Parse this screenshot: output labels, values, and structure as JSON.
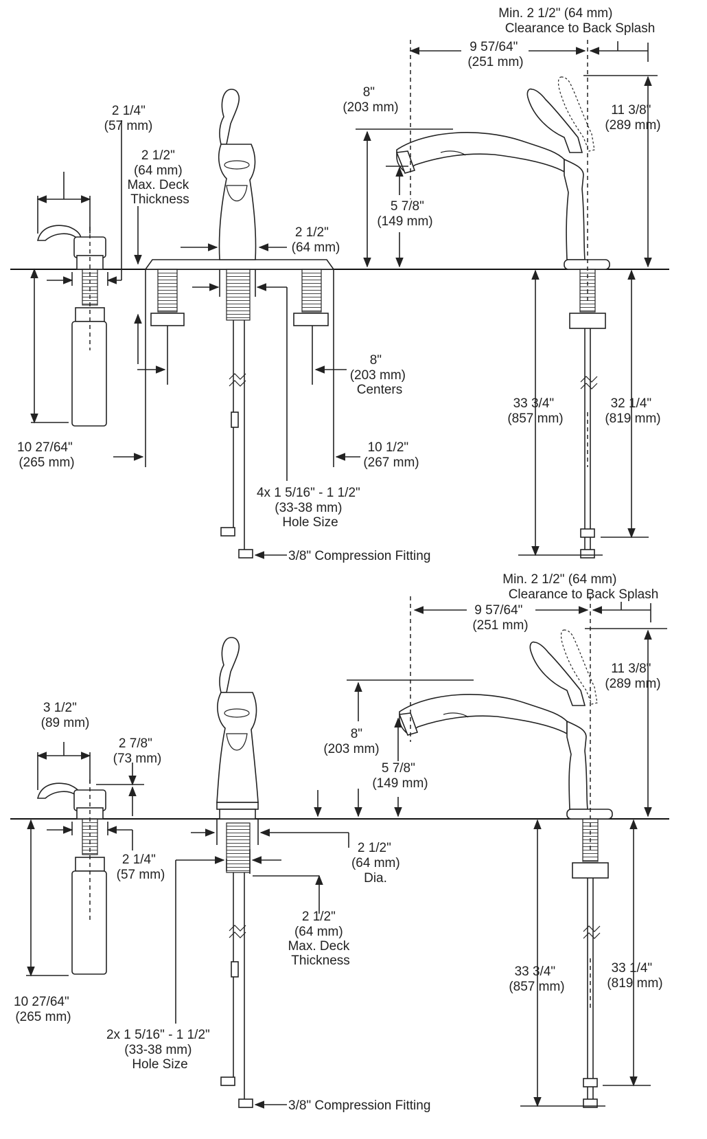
{
  "top": {
    "backsplash_clearance": [
      "Min. 2 1/2\" (64 mm)",
      "Clearance to Back Splash"
    ],
    "reach": [
      "9 57/64\"",
      "(251 mm)"
    ],
    "spout_height": [
      "8\"",
      "(203 mm)"
    ],
    "overall_height": [
      "11 3/8\"",
      "(289 mm)"
    ],
    "soap_width": [
      "2 1/4\"",
      "(57 mm)"
    ],
    "max_deck": [
      "2 1/2\"",
      "(64 mm)",
      "Max. Deck",
      "Thickness"
    ],
    "aerator_height": [
      "5 7/8\"",
      "(149 mm)"
    ],
    "base_dia": [
      "2 1/2\"",
      "(64 mm)"
    ],
    "centers": [
      "8\"",
      "(203 mm)",
      "Centers"
    ],
    "depth_left": [
      "33 3/4\"",
      "(857 mm)"
    ],
    "depth_right": [
      "32 1/4\"",
      "(819 mm)"
    ],
    "soap_depth": [
      "10 27/64\"",
      "(265 mm)"
    ],
    "escutcheon": [
      "10 1/2\"",
      "(267 mm)"
    ],
    "hole_size": [
      "4x 1 5/16\" - 1 1/2\"",
      "(33-38 mm)",
      "Hole Size"
    ],
    "fitting": "3/8\" Compression Fitting"
  },
  "bottom": {
    "backsplash_clearance": [
      "Min. 2 1/2\" (64 mm)",
      "Clearance to Back Splash"
    ],
    "reach": [
      "9 57/64\"",
      "(251 mm)"
    ],
    "overall_height": [
      "11 3/8\"",
      "(289 mm)"
    ],
    "soap_width": [
      "3 1/2\"",
      "(89 mm)"
    ],
    "soap_height": [
      "2 7/8\"",
      "(73 mm)"
    ],
    "spout_height": [
      "8\"",
      "(203 mm)"
    ],
    "aerator_height": [
      "5 7/8\"",
      "(149 mm)"
    ],
    "soap_shank": [
      "2 1/4\"",
      "(57 mm)"
    ],
    "base_dia": [
      "2 1/2\"",
      "(64 mm)",
      "Dia."
    ],
    "max_deck": [
      "2 1/2\"",
      "(64 mm)",
      "Max. Deck",
      "Thickness"
    ],
    "soap_depth": [
      "10 27/64\"",
      "(265 mm)"
    ],
    "hole_size": [
      "2x 1 5/16\" - 1 1/2\"",
      "(33-38 mm)",
      "Hole Size"
    ],
    "depth_left": [
      "33 3/4\"",
      "(857 mm)"
    ],
    "depth_right": [
      "33 1/4\"",
      "(819 mm)"
    ],
    "fitting": "3/8\" Compression Fitting"
  }
}
